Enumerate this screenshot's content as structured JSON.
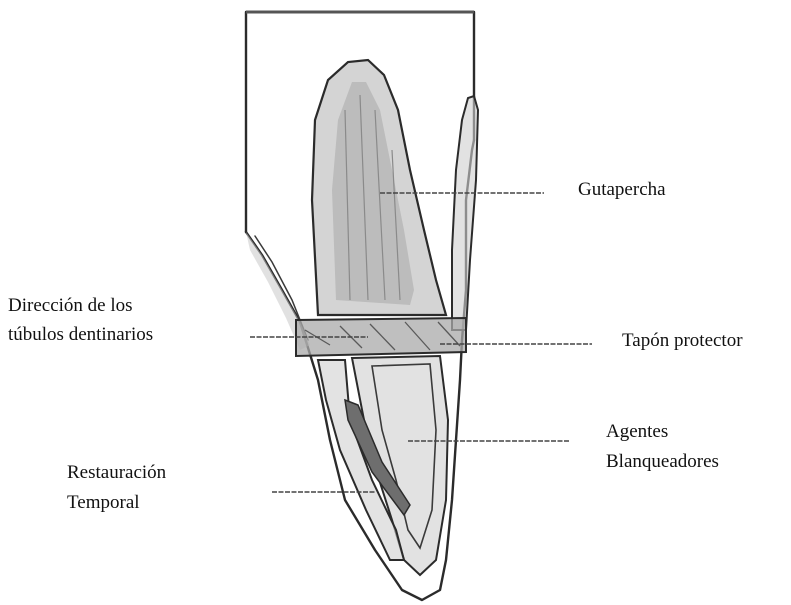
{
  "labels": {
    "gutapercha": "Gutapercha",
    "direccion_line1": "Dirección de los",
    "direccion_line2": "túbulos dentinarios",
    "tapon": "Tapón protector",
    "agentes_line1": "Agentes",
    "agentes_line2": "Blanqueadores",
    "restauracion_line1": "Restauración",
    "restauracion_line2": "Temporal"
  },
  "colors": {
    "outline": "#2b2b2b",
    "shade_light": "#d4d4d4",
    "shade_mid": "#b5b5b5",
    "shade_dark": "#6e6e6e"
  }
}
